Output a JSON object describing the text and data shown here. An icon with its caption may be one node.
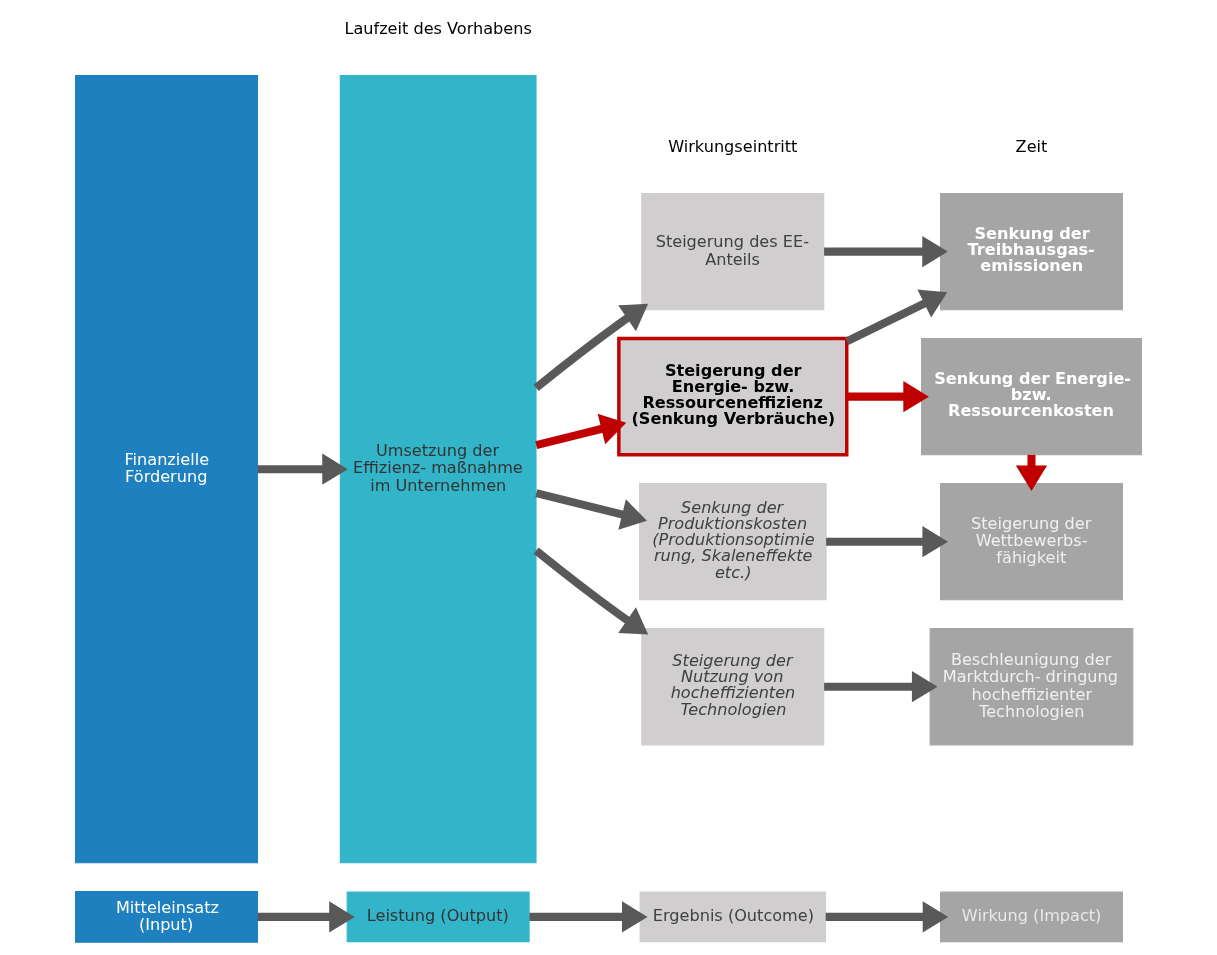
{
  "diagram": {
    "nodes": [
      {
        "text": [
          "Mitteleinsatz (Input)"
        ]
      },
      {
        "text": [
          "Leistung (Output)"
        ]
      },
      {
        "text": [
          "Ergebnis (Outcome)"
        ]
      },
      {
        "text": [
          "Wirkung (Impact)"
        ]
      },
      {
        "text": [
          "Finanzielle Förderung"
        ]
      },
      {
        "text": [
          "Umsetzung der Effizienz- maßnahme im Unternehmen"
        ]
      },
      {
        "text": [
          "Steigerung des EE-Anteils"
        ]
      },
      {
        "text": [
          "Senkung der Treibhausgas- emissionen"
        ]
      },
      {
        "text": [
          "Steigerung der Energie- bzw. Ressourceneffizienz (Senkung Verbräuche)"
        ]
      },
      {
        "text": [
          "Senkung der Energie- bzw. Ressourcenkosten"
        ]
      },
      {
        "text": [
          "Senkung der Produktionskosten (Produktionsoptimie rung, Skaleneffekte etc.)"
        ]
      },
      {
        "text": [
          "Steigerung der Wettbewerbs- fähigkeit"
        ]
      },
      {
        "text": [
          "Steigerung der Nutzung von hocheffizienten Technologien"
        ]
      },
      {
        "text": [
          "Beschleunigung der Marktdurch- dringung hocheffizienter Technologien"
        ]
      }
    ],
    "edges": [
      {
        "from": 0,
        "to": 1,
        "arrow": "to"
      },
      {
        "from": 1,
        "to": 2,
        "arrow": "to"
      },
      {
        "from": 2,
        "to": 3,
        "arrow": "to"
      },
      {
        "from": 4,
        "to": 5,
        "arrow": "to"
      },
      {
        "from": 5,
        "to": 6,
        "arrow": "to"
      },
      {
        "from": 5,
        "to": 8,
        "arrow": "to",
        "color": "#c00000"
      },
      {
        "from": 5,
        "to": 10,
        "arrow": "to"
      },
      {
        "from": 5,
        "to": 12,
        "arrow": "to"
      },
      {
        "from": 6,
        "to": 7,
        "arrow": "to"
      },
      {
        "from": 8,
        "to": 7,
        "arrow": "to"
      },
      {
        "from": 8,
        "to": 9,
        "arrow": "to",
        "color": "#c00000"
      },
      {
        "from": 9,
        "to": 11,
        "arrow": "to",
        "color": "#c00000"
      },
      {
        "from": 10,
        "to": 11,
        "arrow": "to"
      },
      {
        "from": 12,
        "to": 13,
        "arrow": "to"
      }
    ],
    "labels": [
      "Laufzeit des Vorhabens",
      "Wirkungseintritt",
      "Zeit"
    ]
  }
}
